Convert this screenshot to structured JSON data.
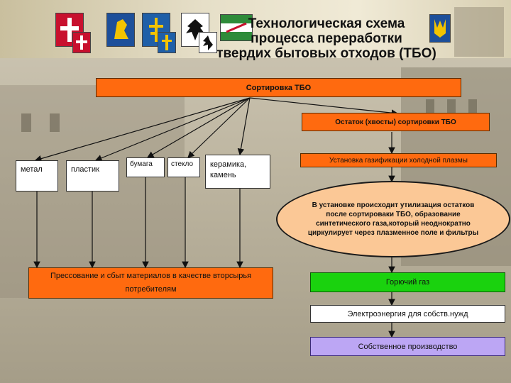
{
  "title": [
    "Технологическая схема",
    "процесса переработки",
    "твердих бытовых отходов (ТБО)"
  ],
  "sorting": "Сортировка ТБО",
  "residue": "Остаток (хвосты) сортировки ТБО",
  "materials": [
    "метал",
    "пластик",
    "бумага",
    "стекло",
    "керамика,\nкамень"
  ],
  "plasma_unit": "Установка газификации холодной плазмы",
  "plasma_description": "В установке происходит утилизация остатков после сортироваки ТБО, образование синтетического газа,который неоднократно циркулирует через плазменное поле и фильтры",
  "pressing": "Прессование и сбыт материалов в качестве вторсырья потребителям",
  "gas": "Горючий газ",
  "electricity": "Электроэнергия для собств.нужд",
  "own_production": "Собственное производство",
  "colors": {
    "orange": "#ff6a0f",
    "green": "#1ad20e",
    "violet": "#bca6f4",
    "ellipse": "#fbc896"
  }
}
